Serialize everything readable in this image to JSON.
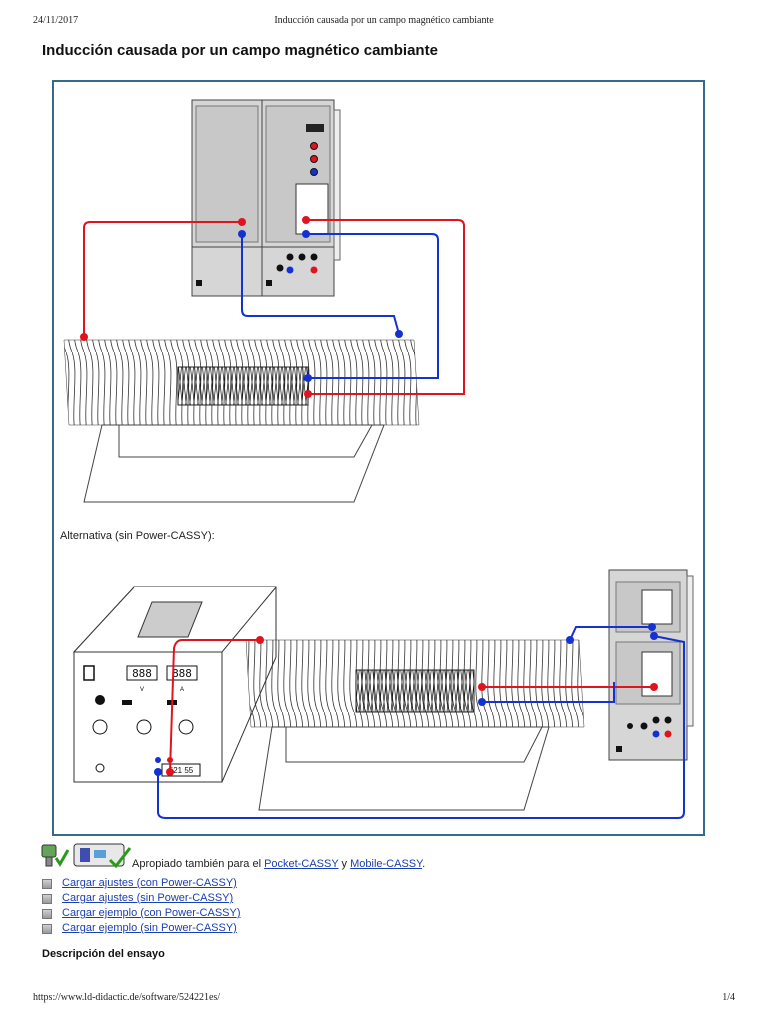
{
  "print_header": {
    "date": "24/11/2017",
    "title": "Inducción causada por un campo magnético cambiante"
  },
  "page_title": "Inducción causada por un campo magnético cambiante",
  "figure": {
    "alternative_label": "Alternativa (sin Power-CASSY):",
    "device_label_521": "521 55",
    "display_1": "888",
    "display_2": "888",
    "unit_v": "V",
    "unit_a": "A",
    "wire_colors": {
      "red": "#e0141e",
      "blue": "#1432d2"
    }
  },
  "compat": {
    "text_prefix": "Apropiado también para el",
    "link1": "Pocket-CASSY",
    "and": "y",
    "link2": "Mobile-CASSY",
    "suffix": "."
  },
  "links": [
    {
      "label": "Cargar ajustes (con Power-CASSY)"
    },
    {
      "label": "Cargar ajustes (sin Power-CASSY)"
    },
    {
      "label": "Cargar ejemplo (con Power-CASSY)"
    },
    {
      "label": "Cargar ejemplo (sin Power-CASSY)"
    }
  ],
  "section_title": "Descripción del ensayo",
  "print_footer": {
    "url": "https://www.ld-didactic.de/software/524221es/",
    "page": "1/4"
  }
}
